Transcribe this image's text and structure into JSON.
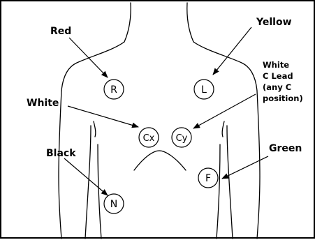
{
  "labels": {
    "red": "Red",
    "yellow": "Yellow",
    "white": "White",
    "white_c_lead": [
      "White",
      "C Lead",
      "(any C",
      "position)"
    ],
    "black": "Black",
    "green": "Green"
  },
  "electrodes": {
    "r": "R",
    "l": "L",
    "cx": "Cx",
    "cy": "Cy",
    "f": "F",
    "n": "N"
  }
}
